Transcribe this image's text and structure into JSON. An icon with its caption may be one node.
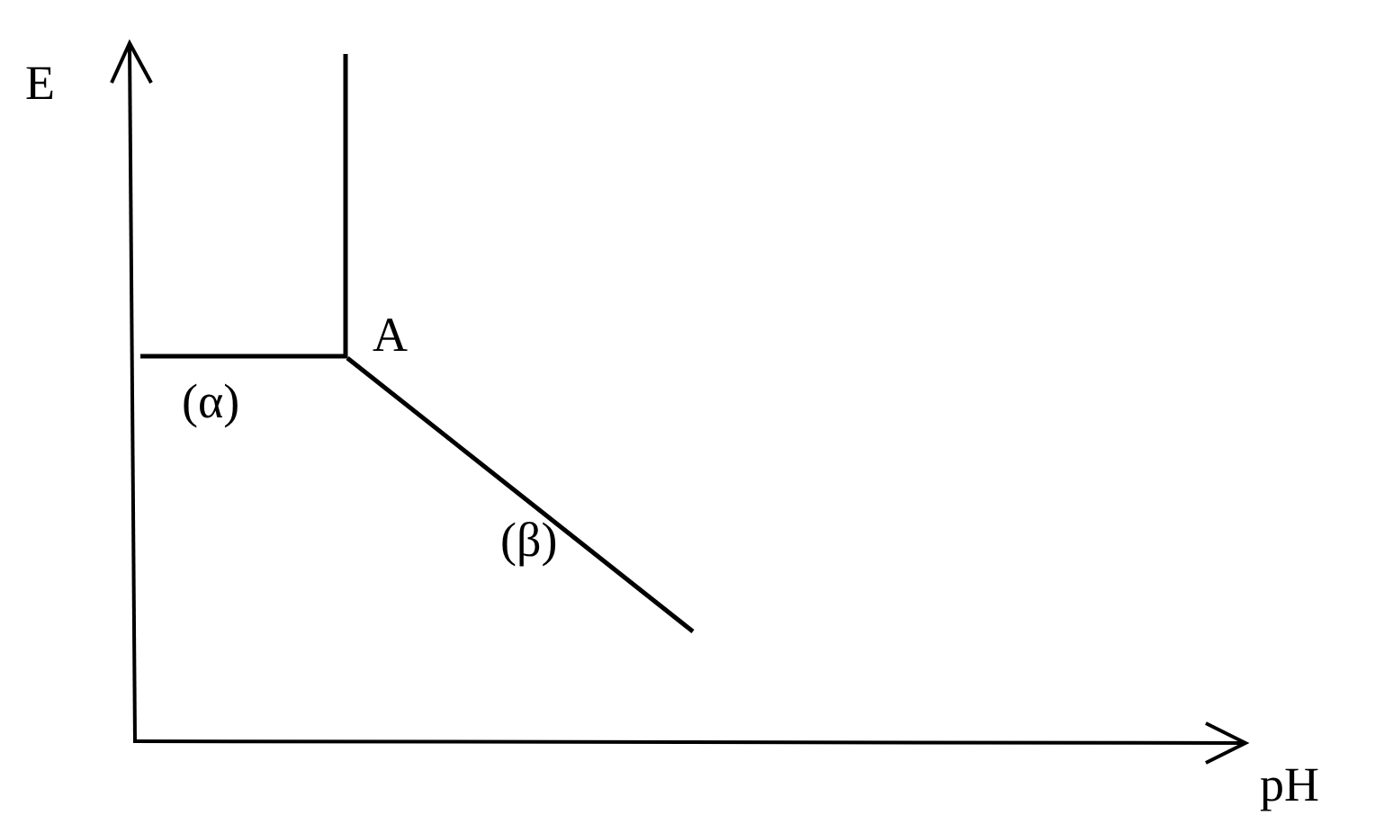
{
  "diagram": {
    "labels": [
      "E",
      "A",
      "(α)",
      "(β)",
      "pH"
    ]
  }
}
